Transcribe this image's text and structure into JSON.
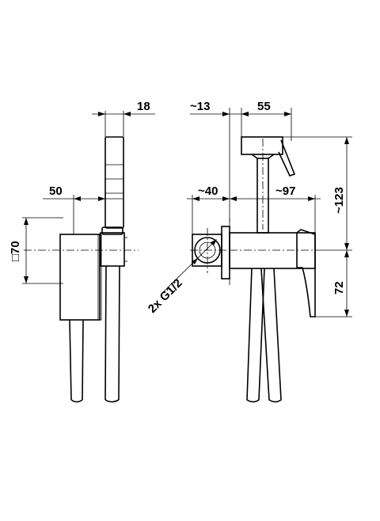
{
  "dimensions": {
    "side_18": "18",
    "side_50": "50",
    "side_70": "□70",
    "front_13": "~13",
    "front_55": "55",
    "front_40": "~40",
    "front_97": "~97",
    "front_123": "~123",
    "front_72": "72",
    "thread": "2x G1/2"
  }
}
